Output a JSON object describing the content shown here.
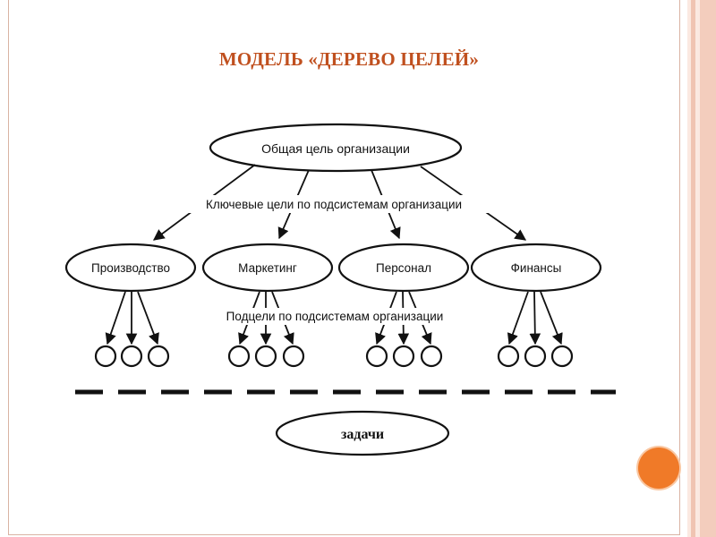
{
  "slide": {
    "title": "МОДЕЛЬ «ДЕРЕВО ЦЕЛЕЙ»"
  },
  "diagram": {
    "root": "Общая цель организации",
    "key_goals_label": "Ключевые цели по подсистемам организации",
    "subsystems": [
      "Производство",
      "Маркетинг",
      "Персонал",
      "Финансы"
    ],
    "subgoals_label": "Подцели по подсистемам организации",
    "tasks": "задачи"
  },
  "colors": {
    "title": "#c0501f",
    "accent_dot": "#f07a28"
  }
}
